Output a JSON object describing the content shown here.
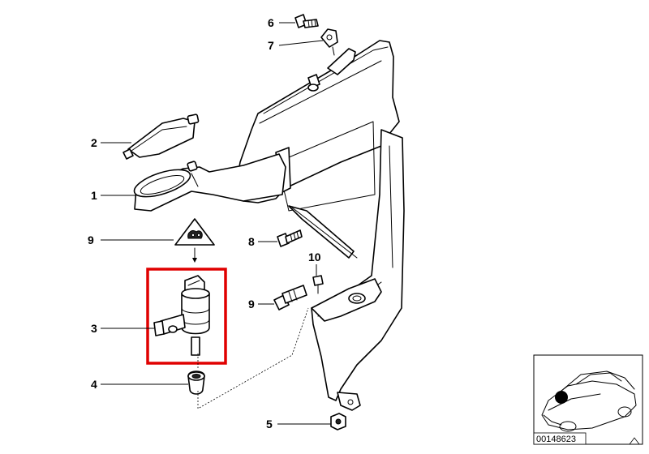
{
  "callouts": {
    "c1": "1",
    "c2": "2",
    "c3": "3",
    "c4": "4",
    "c5": "5",
    "c6": "6",
    "c7": "7",
    "c8": "8",
    "c9a": "9",
    "c9b": "9",
    "c10": "10"
  },
  "reference_code": "00148623",
  "colors": {
    "highlight": "#e00000",
    "line": "#000000",
    "background": "#ffffff"
  }
}
